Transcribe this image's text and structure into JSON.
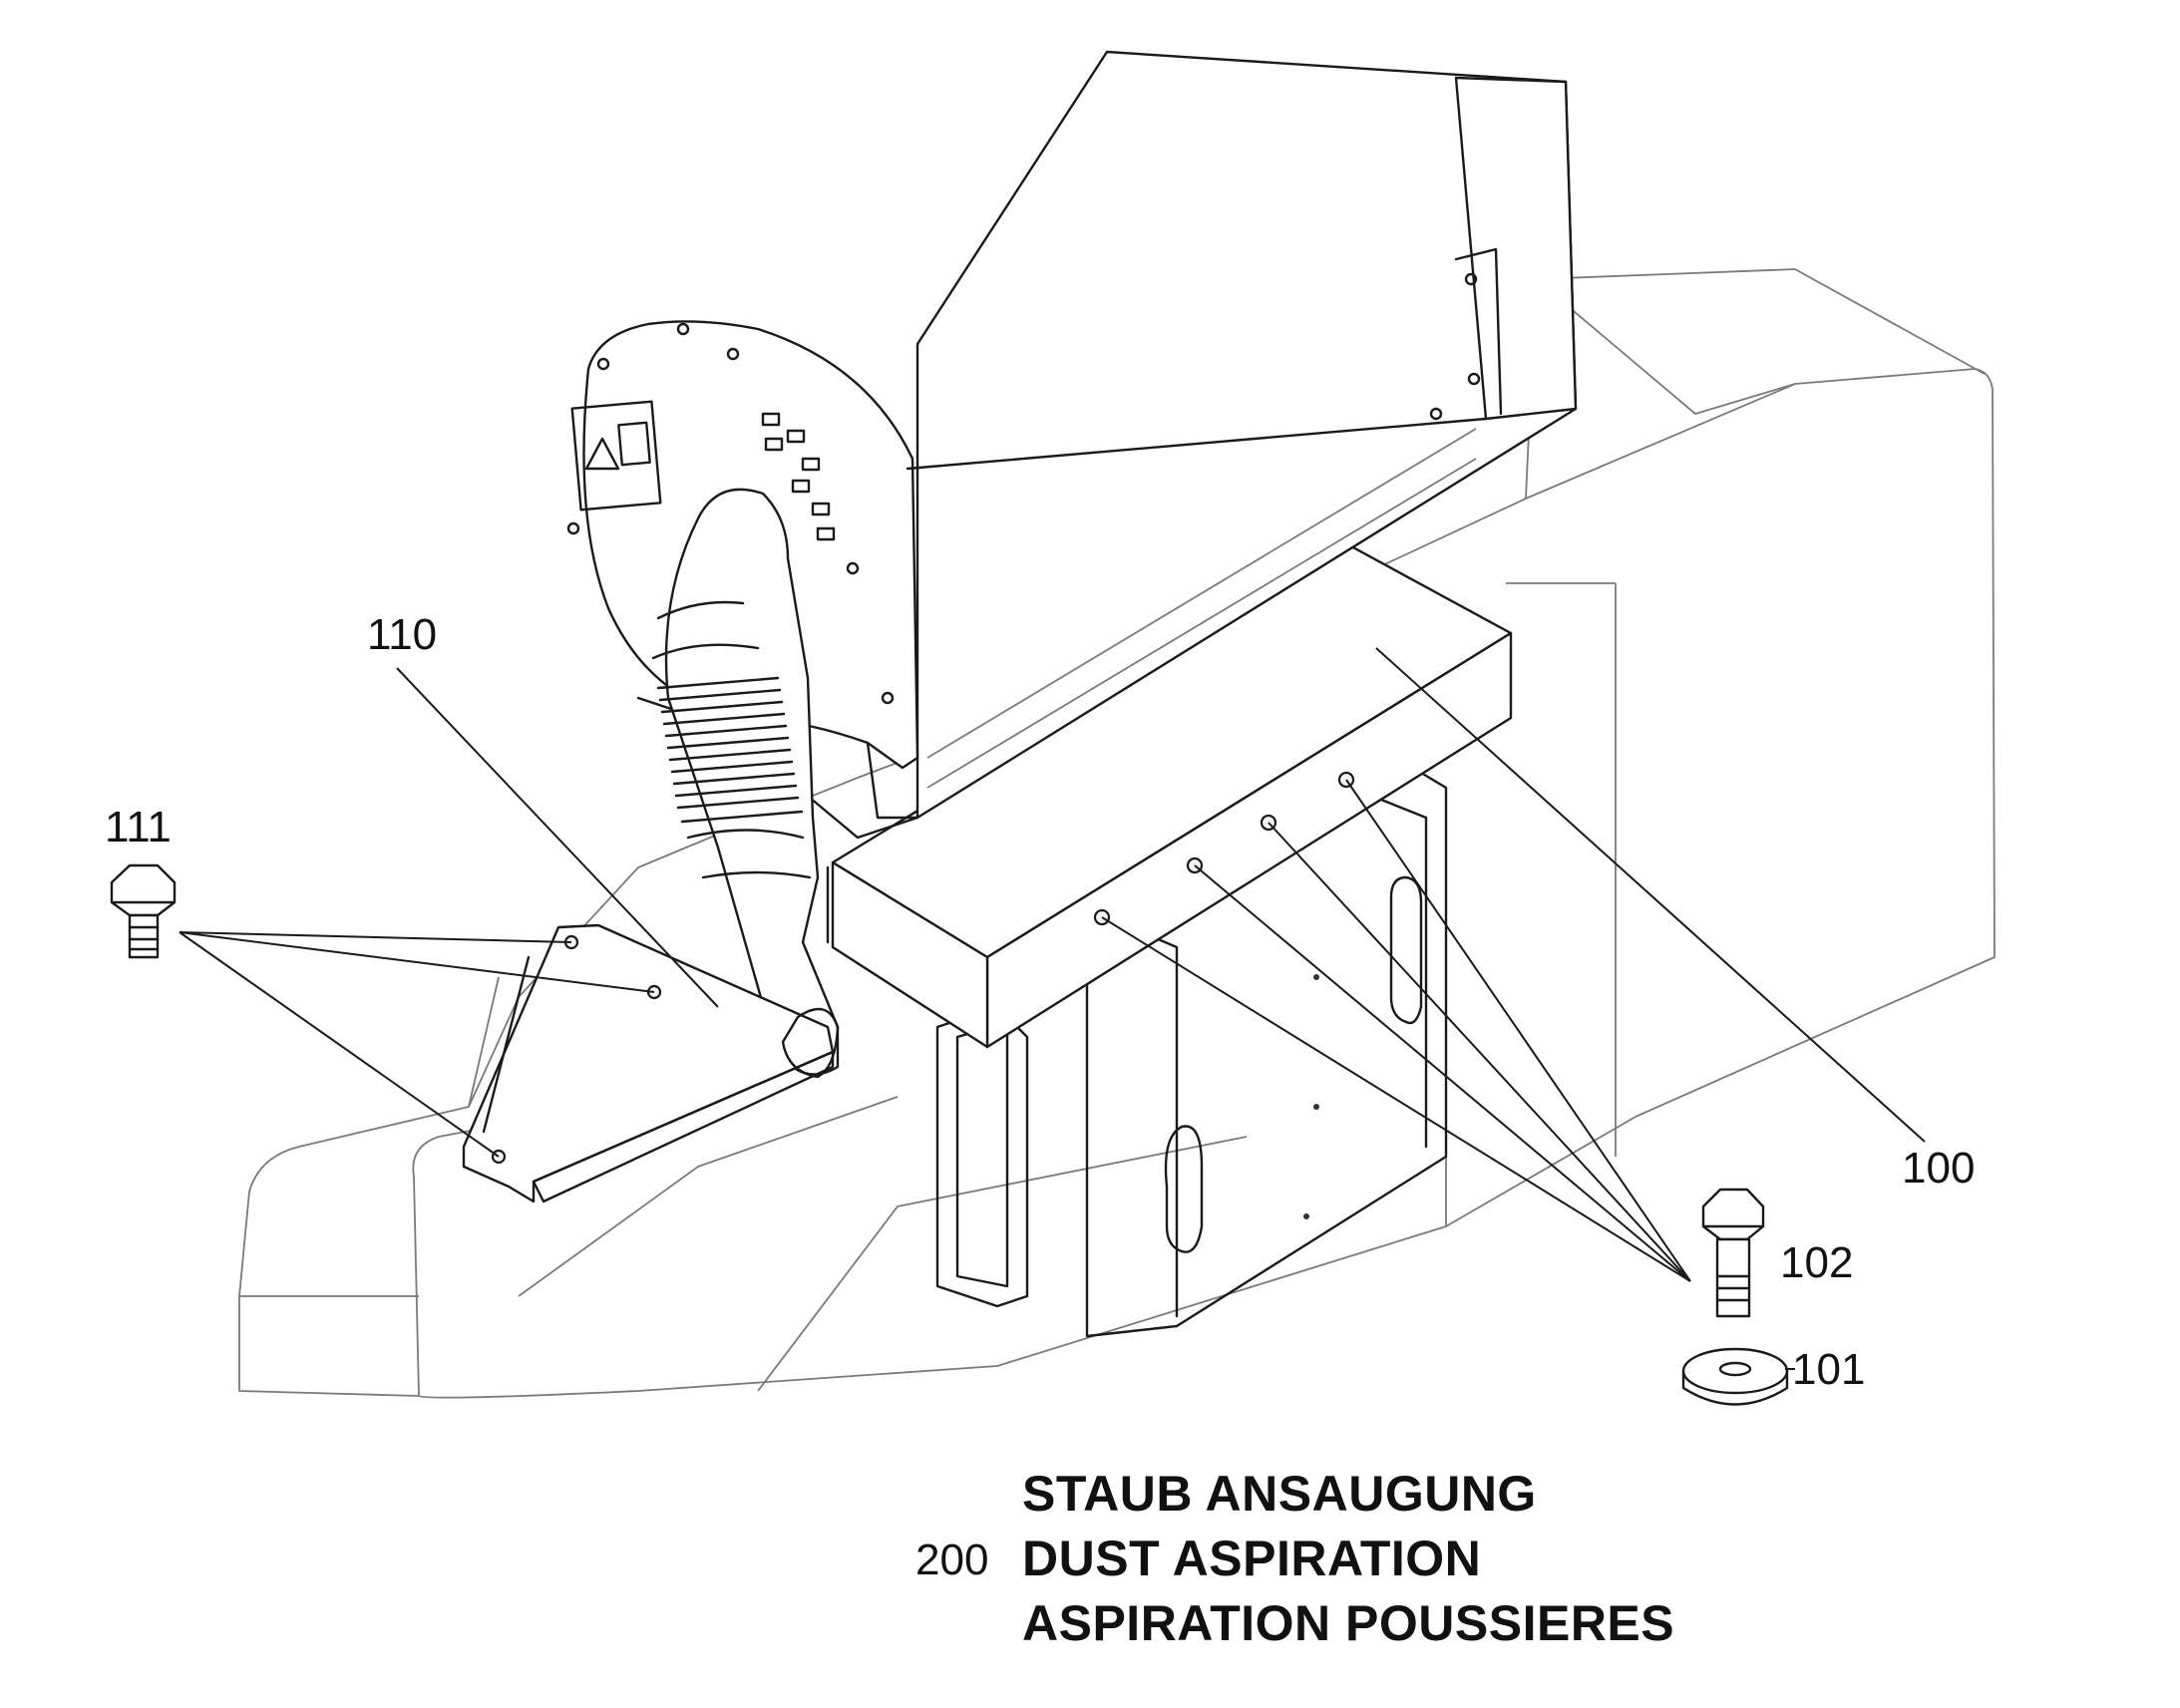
{
  "callouts": {
    "c100": "100",
    "c101": "101",
    "c102": "102",
    "c110": "110",
    "c111": "111"
  },
  "title": {
    "number": "200",
    "line_de": "STAUB ANSAUGUNG",
    "line_en": "DUST ASPIRATION",
    "line_fr": "ASPIRATION POUSSIERES"
  }
}
